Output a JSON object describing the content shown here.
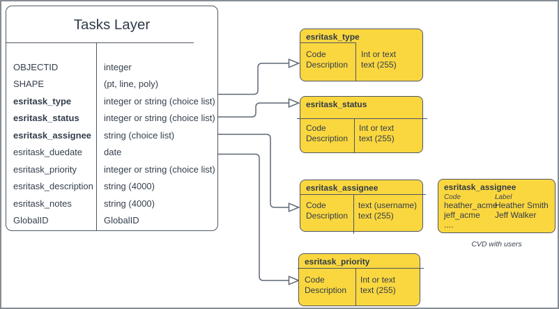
{
  "main_table": {
    "title": "Tasks Layer",
    "rows": [
      {
        "name": "OBJECTID",
        "type": "integer"
      },
      {
        "name": "SHAPE",
        "type": "(pt, line, poly)"
      },
      {
        "name": "esritask_type",
        "type": "integer or string (choice list)"
      },
      {
        "name": "esritask_status",
        "type": "integer or string (choice list)"
      },
      {
        "name": "esritask_assignee",
        "type": "string (choice list)"
      },
      {
        "name": "esritask_duedate",
        "type": "date"
      },
      {
        "name": "esritask_priority",
        "type": "integer or string (choice list)"
      },
      {
        "name": "esritask_description",
        "type": "string (4000)"
      },
      {
        "name": "esritask_notes",
        "type": "string (4000)"
      },
      {
        "name": "GlobalID",
        "type": "GlobalID"
      }
    ]
  },
  "cvd_boxes": [
    {
      "title": "esritask_type",
      "left": [
        "Code",
        "Description"
      ],
      "right": [
        "Int or text",
        "text (255)"
      ]
    },
    {
      "title": "esritask_status",
      "left": [
        "Code",
        "Description"
      ],
      "right": [
        "Int or text",
        "text (255)"
      ]
    },
    {
      "title": "esritask_assignee",
      "left": [
        "Code",
        "Description"
      ],
      "right": [
        "text  (username)",
        "text (255)"
      ]
    },
    {
      "title": "esritask_priority",
      "left": [
        "Code",
        "Description"
      ],
      "right": [
        "Int or text",
        "text (255)"
      ]
    }
  ],
  "assignee_values_box": {
    "title": "esritask_assignee",
    "col_headers": [
      "Code",
      "Label"
    ],
    "rows": [
      [
        "heather_acme",
        "Heather Smith"
      ],
      [
        "jeff_acme",
        "Jeff Walker"
      ],
      [
        "....",
        ""
      ]
    ],
    "caption": "CVD with users"
  },
  "colors": {
    "box_fill_yellow": "#fbd73f",
    "shape_border": "#4d5462",
    "connector": "#5d6673",
    "text": "#2f3a4a",
    "outer_frame": "#858c94"
  }
}
